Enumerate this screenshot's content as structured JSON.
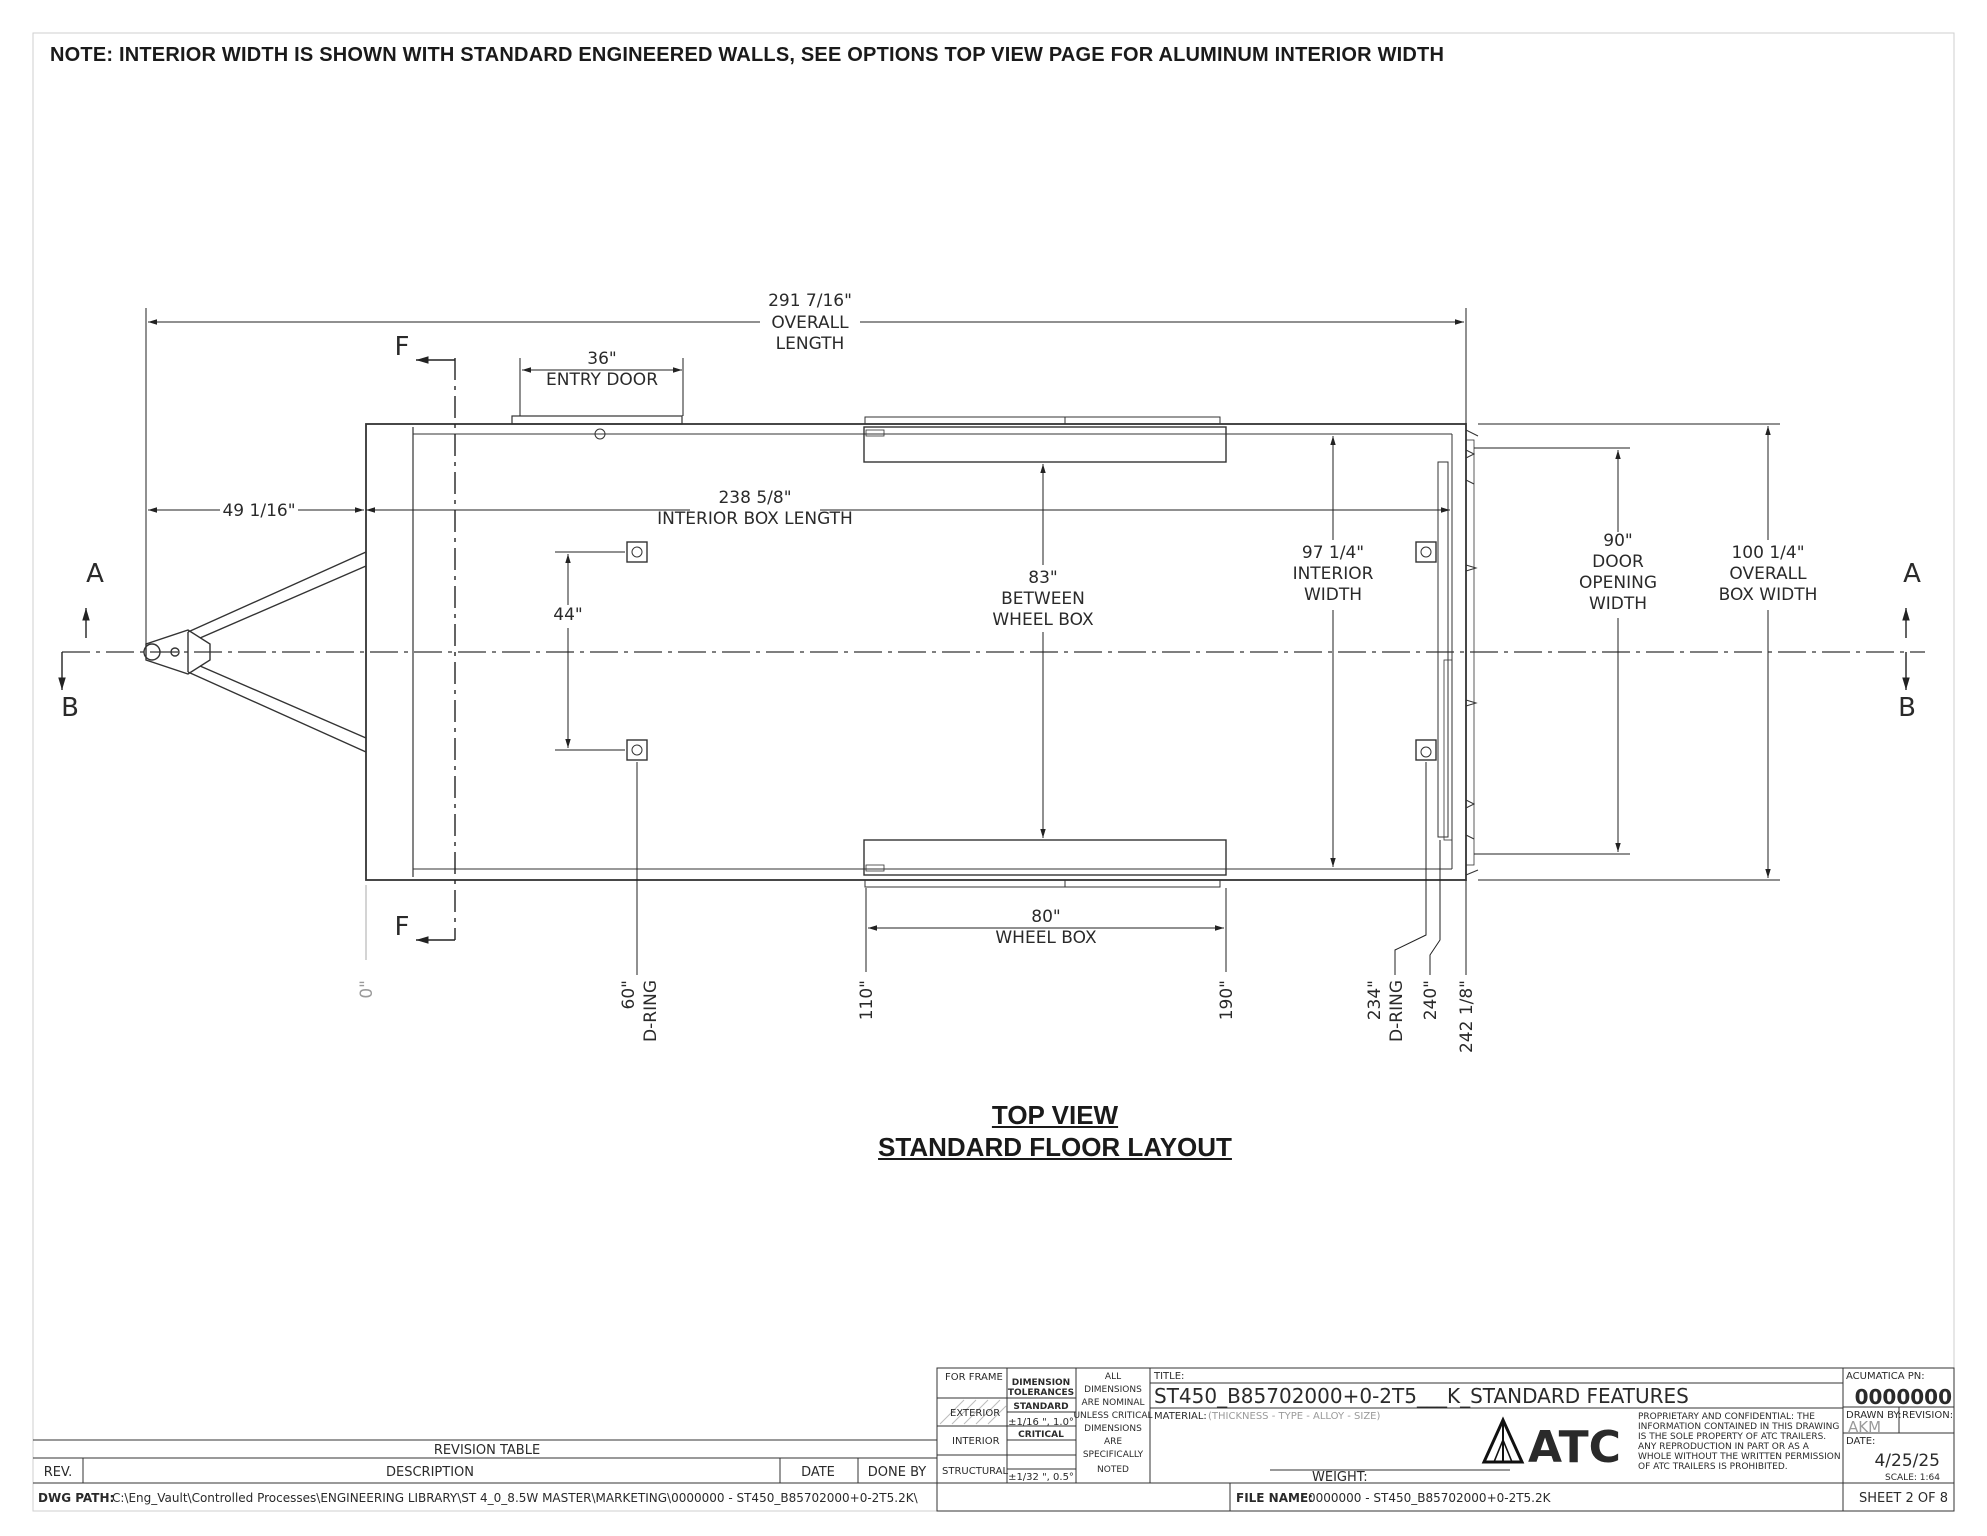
{
  "note": "NOTE: INTERIOR WIDTH IS SHOWN WITH STANDARD ENGINEERED WALLS, SEE OPTIONS TOP VIEW PAGE FOR ALUMINUM INTERIOR WIDTH",
  "caption": {
    "line1": "TOP VIEW",
    "line2": "STANDARD FLOOR LAYOUT"
  },
  "section_labels": {
    "a": "A",
    "b": "B",
    "f": "F"
  },
  "dimensions": {
    "overall_length": {
      "value": "291 7/16\"",
      "label1": "OVERALL",
      "label2": "LENGTH"
    },
    "entry_door": {
      "value": "36\"",
      "label": "ENTRY DOOR"
    },
    "tongue": {
      "value": "49 1/16\""
    },
    "interior_box_length": {
      "value": "238 5/8\"",
      "label": "INTERIOR BOX LENGTH"
    },
    "d_ring_spacing": {
      "value": "44\""
    },
    "between_wheel_box": {
      "value": "83\"",
      "label1": "BETWEEN",
      "label2": "WHEEL BOX"
    },
    "interior_width": {
      "value": "97 1/4\"",
      "label1": "INTERIOR",
      "label2": "WIDTH"
    },
    "door_opening_width": {
      "value": "90\"",
      "label1": "DOOR",
      "label2": "OPENING",
      "label3": "WIDTH"
    },
    "overall_box_width": {
      "value": "100 1/4\"",
      "label1": "OVERALL",
      "label2": "BOX WIDTH"
    },
    "wheel_box": {
      "value": "80\"",
      "label": "WHEEL BOX"
    }
  },
  "stations": [
    {
      "value": "0\"",
      "sub": ""
    },
    {
      "value": "60\"",
      "sub": "D-RING"
    },
    {
      "value": "110\"",
      "sub": ""
    },
    {
      "value": "190\"",
      "sub": ""
    },
    {
      "value": "234\"",
      "sub": "D-RING"
    },
    {
      "value": "240\"",
      "sub": ""
    },
    {
      "value": "242 1/8\"",
      "sub": ""
    }
  ],
  "title_block": {
    "for_frame": "FOR FRAME",
    "exterior": "EXTERIOR",
    "interior": "INTERIOR",
    "structural": "STRUCTURAL",
    "dim_tol1": "DIMENSION",
    "dim_tol2": "TOLERANCES",
    "standard": "STANDARD",
    "standard_val": "±1/16 \", 1.0°",
    "critical": "CRITICAL",
    "critical_val": "±1/32 \", 0.5°",
    "all_dims": [
      "ALL",
      "DIMENSIONS",
      "ARE NOMINAL",
      "UNLESS CRITICAL",
      "DIMENSIONS",
      "ARE",
      "SPECIFICALLY",
      "NOTED"
    ],
    "title_label": "TITLE:",
    "title": "ST450_B85702000+0-2T5___K_STANDARD FEATURES",
    "material_label": "MATERIAL:",
    "material": "(THICKNESS - TYPE - ALLOY - SIZE)",
    "weight_label": "WEIGHT:",
    "logo": "ATC",
    "proprietary": [
      "PROPRIETARY AND CONFIDENTIAL: THE",
      "INFORMATION CONTAINED IN THIS DRAWING",
      "IS THE SOLE PROPERTY OF ATC TRAILERS.",
      "ANY REPRODUCTION IN PART OR AS A",
      "WHOLE WITHOUT THE WRITTEN PERMISSION",
      "OF ATC TRAILERS IS PROHIBITED."
    ],
    "acumatica_label": "ACUMATICA PN:",
    "acumatica": "0000000",
    "drawn_by_label": "DRAWN BY:",
    "drawn_by": "AKM",
    "revision_label": "REVISION:",
    "date_label": "DATE:",
    "date": "4/25/25",
    "scale": "SCALE: 1:64",
    "sheet": "SHEET 2 OF 8",
    "file_name_label": "FILE NAME:",
    "file_name": "0000000 - ST450_B85702000+0-2T5.2K"
  },
  "revision_table": {
    "title": "REVISION TABLE",
    "columns": [
      "REV.",
      "DESCRIPTION",
      "DATE",
      "DONE BY"
    ]
  },
  "dwg_path": {
    "label": "DWG PATH:",
    "value": "C:\\Eng_Vault\\Controlled Processes\\ENGINEERING LIBRARY\\ST 4_0_8.5W MASTER\\MARKETING\\0000000 - ST450_B85702000+0-2T5.2K\\"
  }
}
